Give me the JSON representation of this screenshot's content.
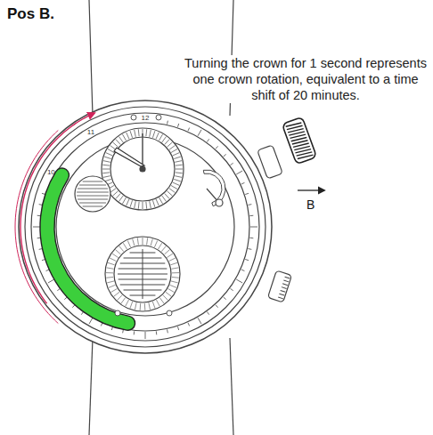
{
  "diagram": {
    "title": "Pos B.",
    "labels": [
      "Turning the crown for 1 second represents one crown rotation, equivalent to a time shift of 20 minutes.",
      "B",
      "12",
      "11",
      "10"
    ]
  }
}
